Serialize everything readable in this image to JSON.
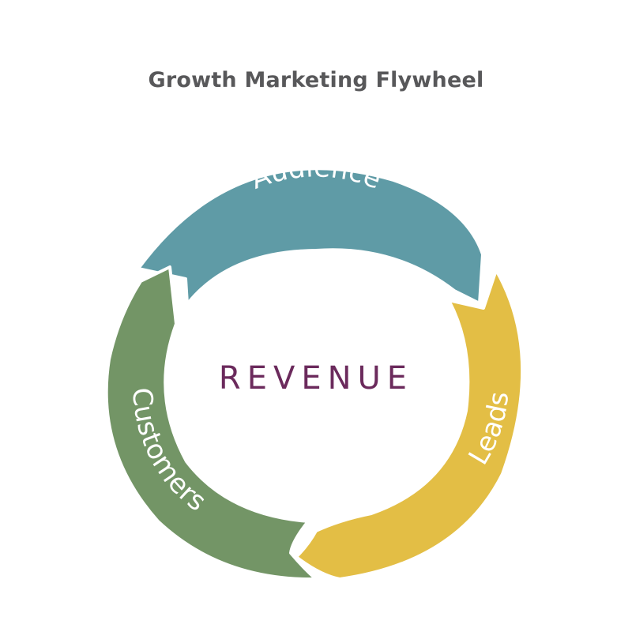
{
  "title": "Growth Marketing Flywheel",
  "center": {
    "label": "REVENUE",
    "color": "#6b2a5c"
  },
  "segments": [
    {
      "key": "audience",
      "label": "Audience",
      "color": "#5f9ba6"
    },
    {
      "key": "leads",
      "label": "Leads",
      "color": "#e3be45"
    },
    {
      "key": "customers",
      "label": "Customers",
      "color": "#739566"
    }
  ],
  "title_color": "#58585a"
}
